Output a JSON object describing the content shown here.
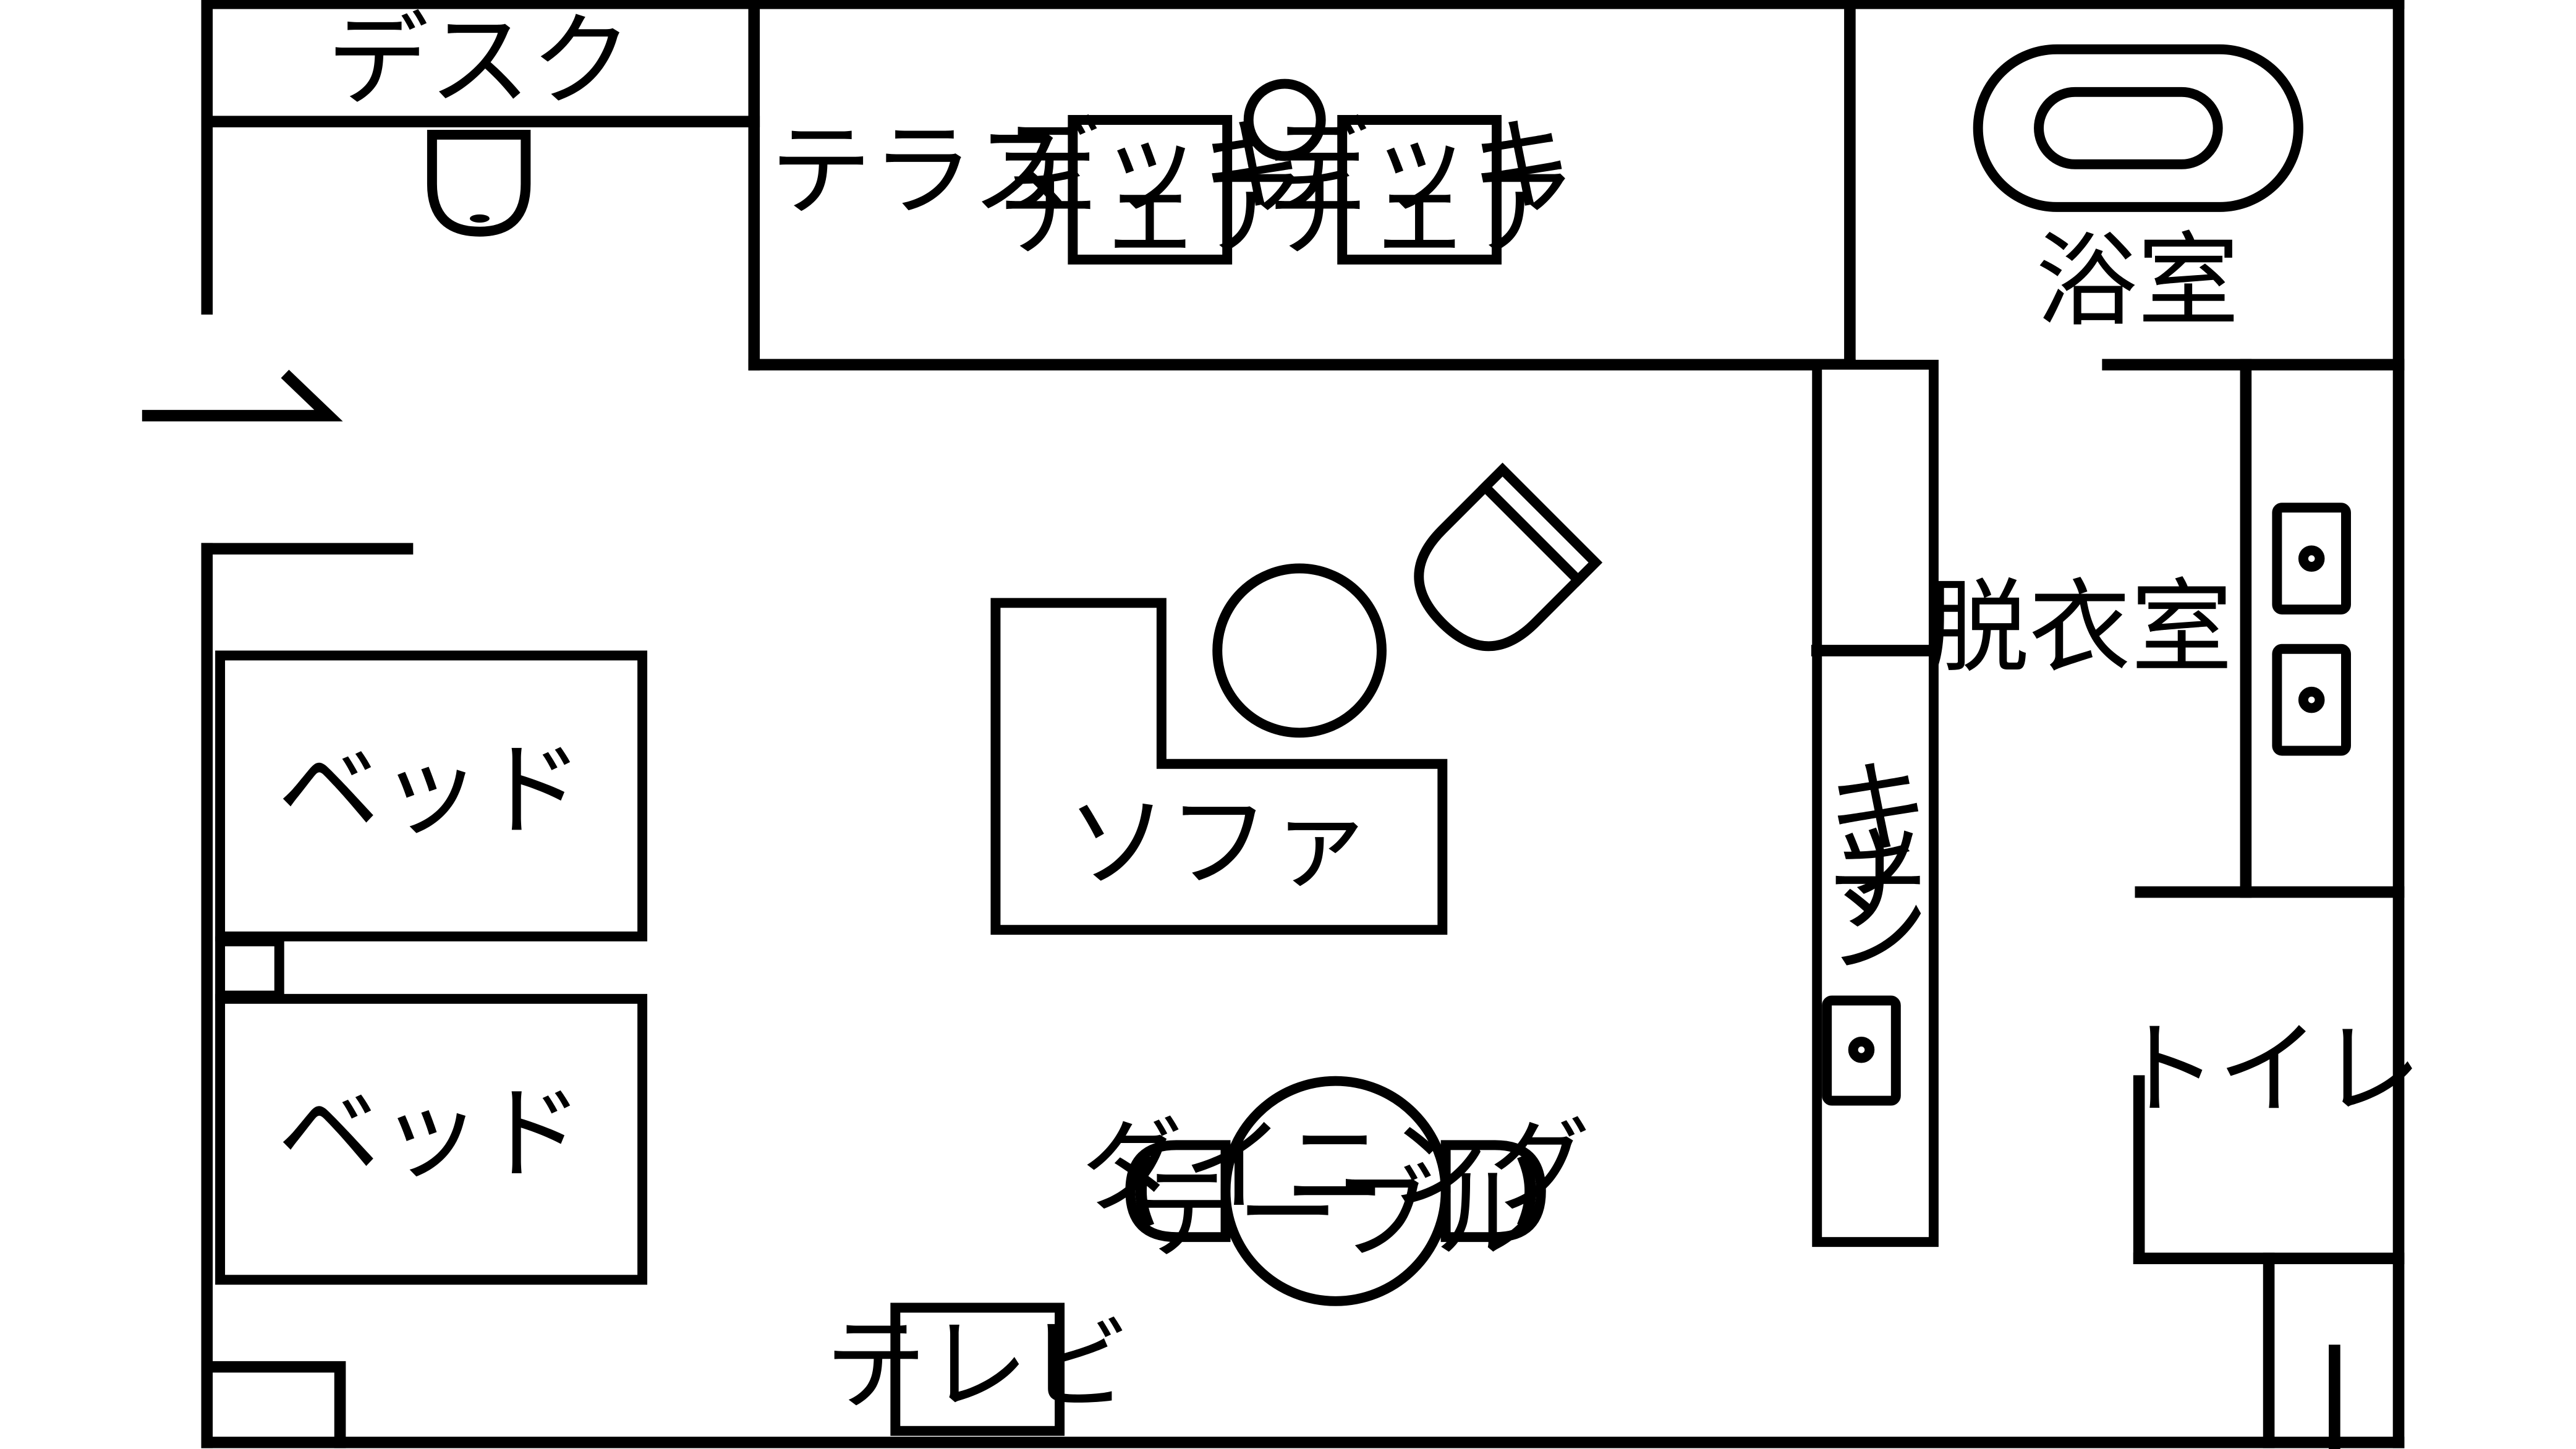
{
  "labels": {
    "desk": "デスク",
    "terrace": "テラス",
    "deck_chair_1": [
      "デッキ",
      "チェア"
    ],
    "deck_chair_2": [
      "デッキ",
      "チェア"
    ],
    "bathroom": "浴室",
    "dressing_room": "脱衣室",
    "kitchen": [
      "キ",
      "ッ",
      "チ",
      "ン"
    ],
    "sofa": "ソファ",
    "bed_1": "ベッド",
    "bed_2": "ベッド",
    "dining_table": [
      "ダイニング",
      "テーブル"
    ],
    "tv": "テレビ",
    "toilet": "トイレ"
  }
}
